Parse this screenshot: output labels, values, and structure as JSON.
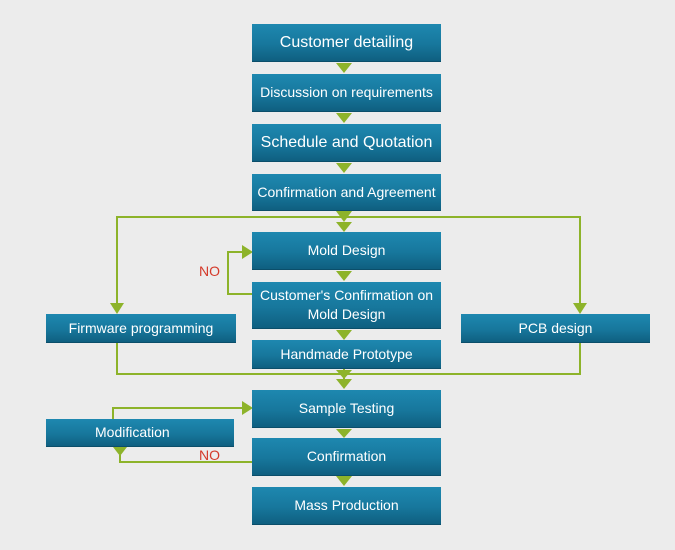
{
  "steps": {
    "customer_detailing": "Customer detailing",
    "discussion": "Discussion on requirements",
    "schedule": "Schedule and Quotation",
    "confirmation_agreement": "Confirmation and Agreement",
    "mold_design": "Mold Design",
    "customer_confirmation_line1": "Customer's Confirmation on",
    "customer_confirmation_line2": "Mold Design",
    "handmade_prototype": "Handmade Prototype",
    "firmware": "Firmware programming",
    "pcb": "PCB design",
    "sample_testing": "Sample Testing",
    "modification": "Modification",
    "confirmation": "Confirmation",
    "mass_production": "Mass Production"
  },
  "labels": {
    "no_mold": "NO",
    "no_confirmation": "NO"
  },
  "colors": {
    "box": "#17779c",
    "connector": "#8db32a",
    "no_label": "#d43a2a",
    "background": "#ececec"
  }
}
